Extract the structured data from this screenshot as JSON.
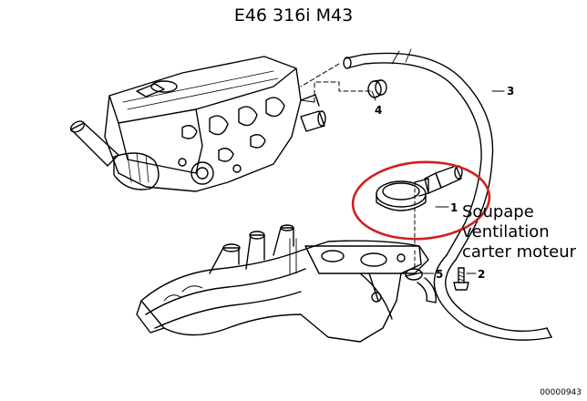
{
  "title": "E46 316i M43",
  "parts": [
    {
      "number": "1"
    },
    {
      "number": "2"
    },
    {
      "number": "3"
    },
    {
      "number": "4"
    },
    {
      "number": "5"
    }
  ],
  "annotation": {
    "lines": [
      "Soupape",
      "ventilation",
      "carter moteur"
    ],
    "highlight_color": "#d01f1f"
  },
  "diagram_code": "00000943"
}
